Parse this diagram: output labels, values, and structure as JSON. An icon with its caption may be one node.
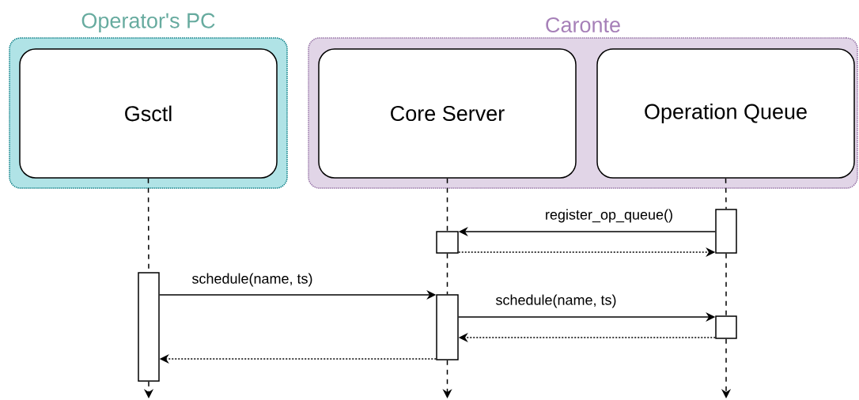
{
  "diagram": {
    "nodes": [
      {
        "text": [
          "Operator's PC"
        ]
      },
      {
        "text": [
          "Gsctl"
        ],
        "in": 0
      },
      {
        "text": [
          "Caronte"
        ]
      },
      {
        "text": [
          "Core Server"
        ],
        "in": 2
      },
      {
        "text": [
          "Operation Queue"
        ],
        "in": 2
      },
      {
        "text": [],
        "shape": "bar"
      },
      {
        "text": [],
        "shape": "bar"
      },
      {
        "text": [],
        "shape": "bar"
      },
      {
        "text": [],
        "shape": "bar"
      },
      {
        "text": [],
        "shape": "bar"
      }
    ],
    "edges": [
      {
        "from": 5,
        "to": 6,
        "arrow": "to",
        "label": "register_op_queue()"
      },
      {
        "from": 6,
        "to": 5,
        "arrow": "to",
        "style": "dashed"
      },
      {
        "from": 7,
        "to": 8,
        "arrow": "to",
        "label": "schedule(name, ts)"
      },
      {
        "from": 8,
        "to": 9,
        "arrow": "to",
        "label": "schedule(name, ts)"
      },
      {
        "from": 9,
        "to": 8,
        "arrow": "to",
        "style": "dashed"
      },
      {
        "from": 8,
        "to": 7,
        "arrow": "to",
        "style": "dashed"
      },
      {
        "from": 1,
        "to": 7,
        "arrow": "none",
        "style": "dashed"
      },
      {
        "from": 7,
        "to": null,
        "arrow": "to",
        "style": "dashed"
      },
      {
        "from": 3,
        "to": 6,
        "arrow": "none",
        "style": "dashed"
      },
      {
        "from": 6,
        "to": 8,
        "arrow": "none",
        "style": "dashed"
      },
      {
        "from": 8,
        "to": null,
        "arrow": "to",
        "style": "dashed"
      },
      {
        "from": 4,
        "to": 5,
        "arrow": "none",
        "style": "dashed"
      },
      {
        "from": 5,
        "to": 9,
        "arrow": "none",
        "style": "dashed"
      },
      {
        "from": 9,
        "to": null,
        "arrow": "to",
        "style": "dashed"
      }
    ]
  }
}
